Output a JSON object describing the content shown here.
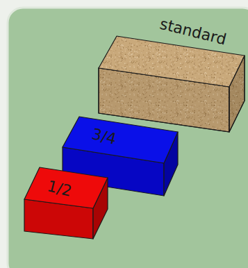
{
  "diagram": {
    "nodes": [
      {
        "text": [
          "standard"
        ]
      },
      {
        "text": [
          "3/4"
        ]
      },
      {
        "text": [
          "1/2"
        ]
      }
    ]
  }
}
